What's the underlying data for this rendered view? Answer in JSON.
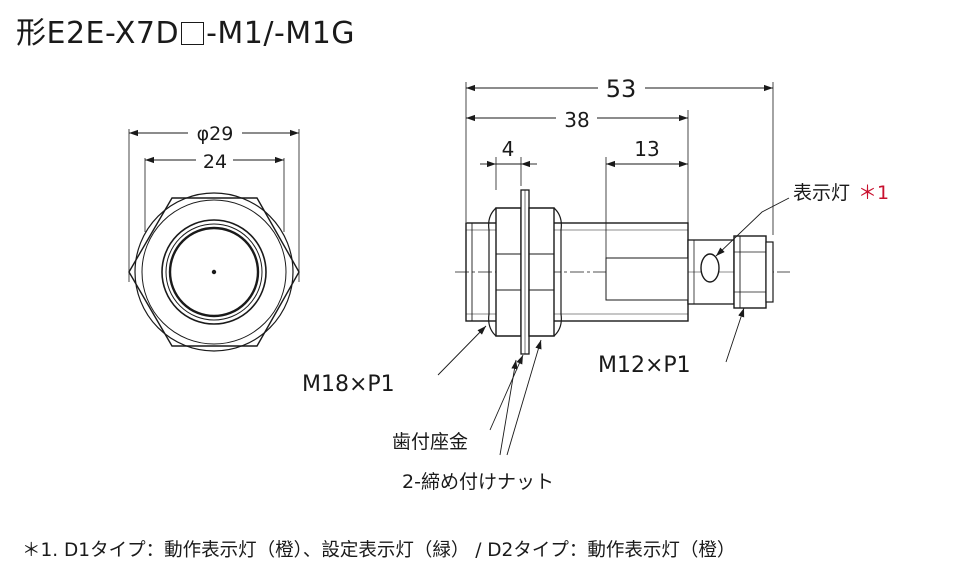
{
  "title": {
    "prefix": "形E2E-X7D",
    "suffix": "-M1/-M1G"
  },
  "front_view": {
    "dim_outer": "φ29",
    "dim_across_flats": "24"
  },
  "side_view": {
    "dim_total": "53",
    "dim_thread_length": "38",
    "dim_washer": "4",
    "dim_flat": "13"
  },
  "callouts": {
    "indicator": "表示灯",
    "indicator_mark": "＊1",
    "thread_m18": "M18×P1",
    "thread_m12": "M12×P1",
    "toothed_washer": "歯付座金",
    "nuts": "2-締め付けナット"
  },
  "footnote": {
    "mark": "＊1.",
    "text": "D1タイプ：動作表示灯（橙）、設定表示灯（緑） / D2タイプ：動作表示灯（橙）"
  },
  "colors": {
    "line": "#1a1a1a",
    "accent_mark": "#c8102e"
  }
}
